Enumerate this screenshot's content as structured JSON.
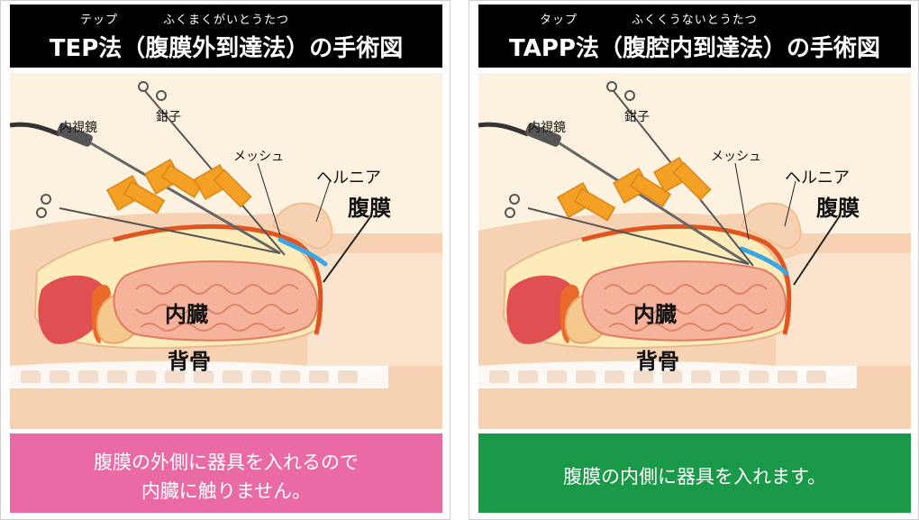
{
  "left": {
    "ruby_1": "テップ",
    "ruby_2": "ふくまくがいとうたつ",
    "title": "TEP法（腹膜外到達法）の手術図",
    "labels": {
      "endoscope": "内視鏡",
      "forceps": "鉗子",
      "mesh": "メッシュ",
      "hernia": "ヘルニア",
      "peritoneum": "腹膜",
      "viscera": "内臓",
      "spine": "背骨"
    },
    "footer_line1": "腹膜の外側に器具を入れるので",
    "footer_line2": "内臓に触りません。",
    "footer_color": "#ea6aa6"
  },
  "right": {
    "ruby_1": "タップ",
    "ruby_2": "ふくくうないとうたつ",
    "title": "TAPP法（腹腔内到達法）の手術図",
    "labels": {
      "endoscope": "内視鏡",
      "forceps": "鉗子",
      "mesh": "メッシュ",
      "hernia": "ヘルニア",
      "peritoneum": "腹膜",
      "viscera": "内臓",
      "spine": "背骨"
    },
    "footer_line1": "腹膜の内側に器具を入れます。",
    "footer_color": "#1a9a48"
  },
  "colors": {
    "header_bg": "#000000",
    "skin": "#f7d2b2",
    "skin_light": "#fbe4cd",
    "cavity": "#fdebb9",
    "peritoneum": "#e0541f",
    "mesh": "#3aa6e4",
    "trocar": "#f4a024",
    "intestine": "#f5b39b",
    "liver": "#e04f52"
  }
}
